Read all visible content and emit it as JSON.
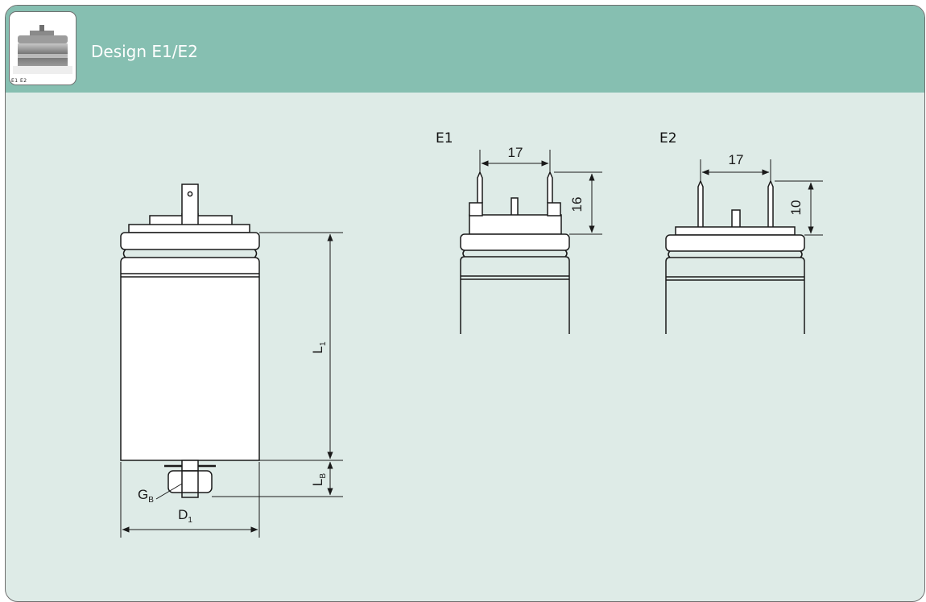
{
  "header": {
    "title": "Design E1/E2",
    "thumbnail_caption": "E1 E2",
    "background_color": "#86bfb1"
  },
  "drawing": {
    "background_color": "#deebe7",
    "line_color": "#1a1a1a",
    "main_view": {
      "length_label": "L",
      "length_subscript": "1",
      "bolt_length_label": "L",
      "bolt_length_subscript": "B",
      "diameter_label": "D",
      "diameter_subscript": "1",
      "bolt_thread_label": "G",
      "bolt_thread_subscript": "B"
    },
    "view_e1": {
      "name": "E1",
      "pin_spacing": "17",
      "pin_height": "16"
    },
    "view_e2": {
      "name": "E2",
      "pin_spacing": "17",
      "pin_height": "10"
    }
  }
}
